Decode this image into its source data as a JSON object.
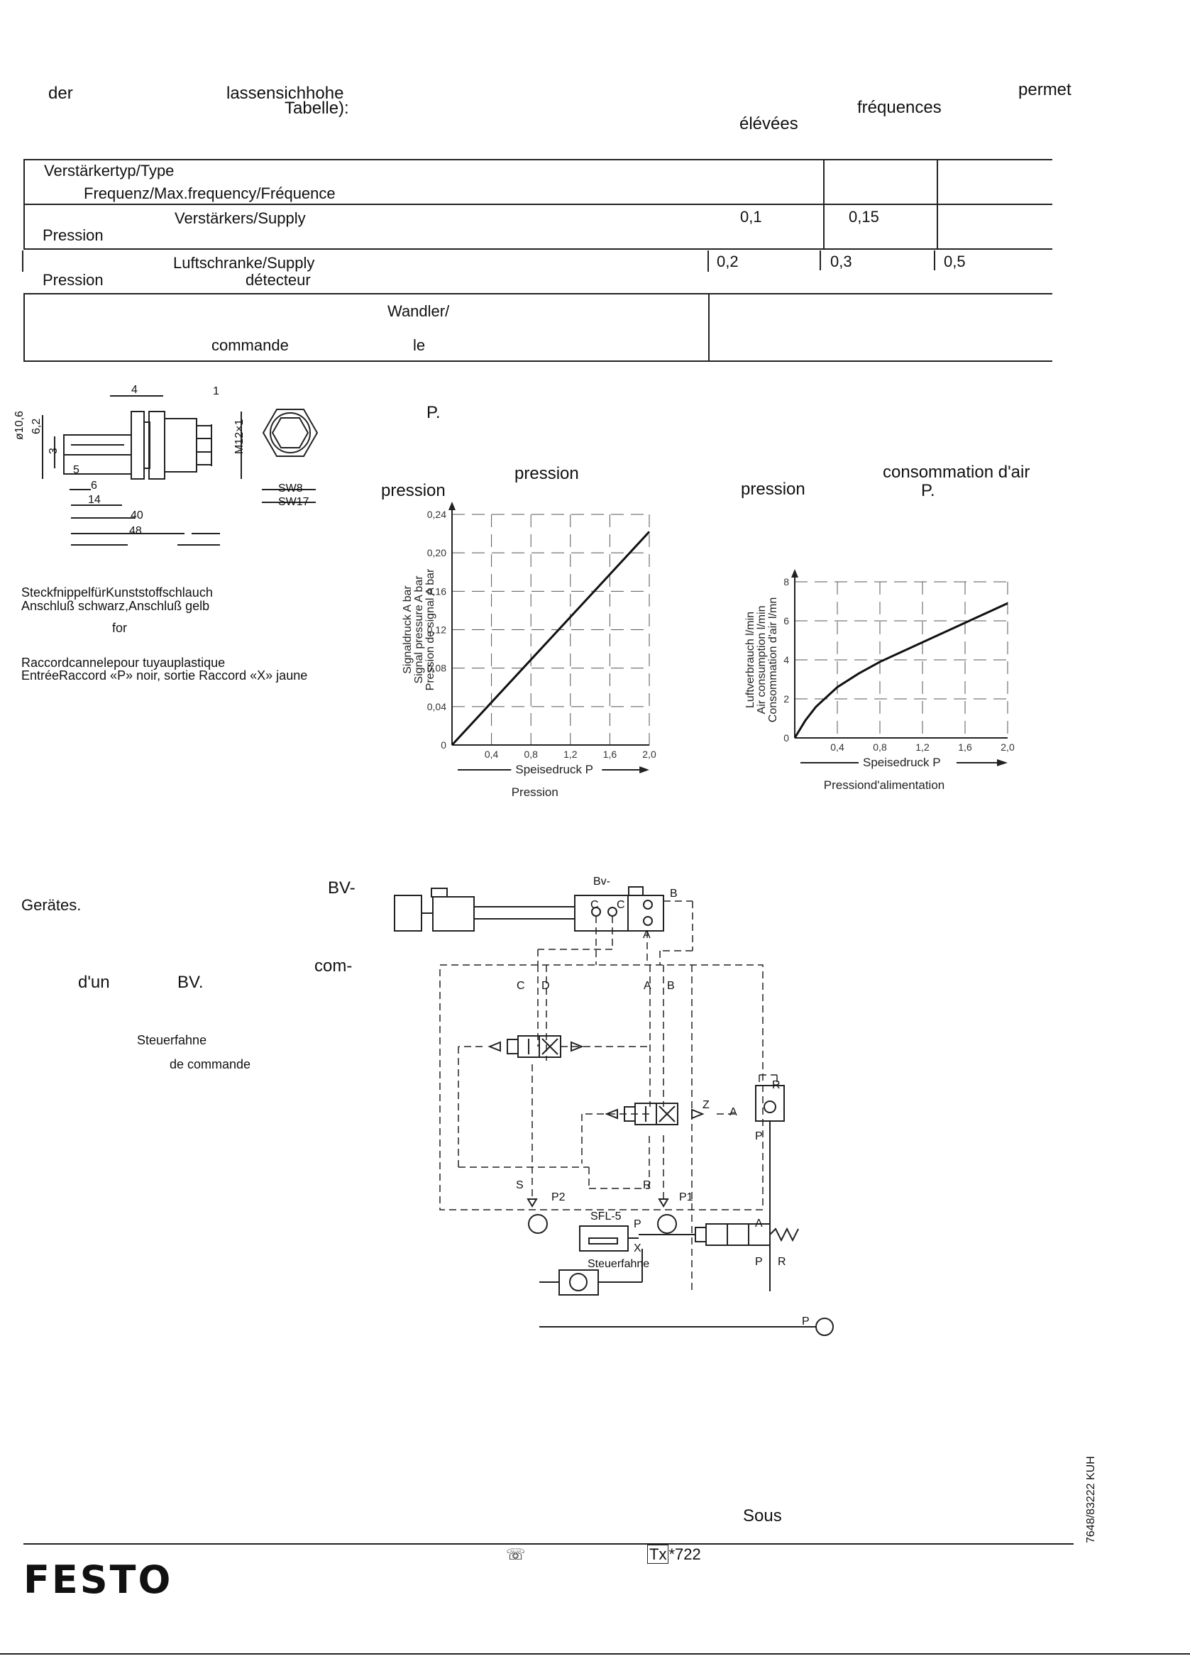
{
  "intro": {
    "w_der": "der",
    "w_lassen": "lassensichhohe",
    "w_tabelle": "Tabelle):",
    "w_elevees": "élévées",
    "w_frequences": "fréquences",
    "w_permet": "permet"
  },
  "table": {
    "r1_label1": "Verstärkertyp/Type",
    "r1_label2": "Frequenz/Max.frequency/Fréquence",
    "r2_label1": "Verstärkers/Supply",
    "r2_label2": "Pression",
    "r2_v1": "0,1",
    "r2_v2": "0,15",
    "r3_label1": "Luftschranke/Supply",
    "r3_label2": "Pression",
    "r3_label3": "détecteur",
    "r3_v1": "0,2",
    "r3_v2": "0,3",
    "r3_v3": "0,5",
    "r4_label1": "Wandler/",
    "r4_label2": "commande",
    "r4_label3": "le"
  },
  "dims": {
    "d4": "4",
    "d1": "1",
    "d106": "ø10,6",
    "d62": "6,2",
    "d3": "3",
    "d5": "5",
    "d6": "6",
    "d14": "14",
    "d40": "40",
    "d48": "48",
    "m12": "M12×1",
    "sw8": "SW8",
    "sw17": "SW17"
  },
  "fitting": {
    "l1": "SteckfnippelfürKunststoffschlauch",
    "l2": "Anschluß  schwarz,Anschluß  gelb",
    "l3": "for",
    "l4": "Raccordcannelepour tuyauplastique",
    "l5": "EntréeRaccord «P» noir, sortie Raccord «X» jaune"
  },
  "graph_heads": {
    "p": "P.",
    "pression_a": "pression",
    "pression_b": "pression",
    "pression_c": "pression",
    "consommation": "consommation d'air",
    "p2": "P."
  },
  "chart_data": [
    {
      "type": "line",
      "title": "",
      "xlabel": "Speisedruck P",
      "xlabel_sub": "Pression",
      "ylabel": [
        "Signaldruck A bar",
        "Signal pressure A bar",
        "Pression de signal A bar"
      ],
      "x_ticks": [
        "0,4",
        "0,8",
        "1,2",
        "1,6",
        "2,0"
      ],
      "y_ticks": [
        "0",
        "0,04",
        "0,08",
        "0,12",
        "0,16",
        "0,20",
        "0,24"
      ],
      "xlim": [
        0,
        2.0
      ],
      "ylim": [
        0,
        0.24
      ],
      "grid": true,
      "series": [
        {
          "x": [
            0,
            2.0
          ],
          "y": [
            0,
            0.222
          ]
        }
      ]
    },
    {
      "type": "line",
      "title": "",
      "xlabel": "Speisedruck P",
      "xlabel_sub": "Pressiond'alimentation",
      "ylabel": [
        "Luftverbrauch l/min",
        "Air consumption l/min",
        "Consommation d'air l/mn"
      ],
      "x_ticks": [
        "0,4",
        "0,8",
        "1,2",
        "1,6",
        "2,0"
      ],
      "y_ticks": [
        "0",
        "2",
        "4",
        "6",
        "8"
      ],
      "xlim": [
        0,
        2.0
      ],
      "ylim": [
        0,
        8
      ],
      "grid": true,
      "series": [
        {
          "x": [
            0,
            0.1,
            0.2,
            0.4,
            0.6,
            0.8,
            1.0,
            1.2,
            1.4,
            1.6,
            1.8,
            2.0
          ],
          "y": [
            0,
            0.9,
            1.6,
            2.6,
            3.3,
            3.9,
            4.4,
            4.9,
            5.4,
            5.9,
            6.4,
            6.9
          ]
        }
      ]
    }
  ],
  "section2": {
    "w_bv": "BV-",
    "w_gerates": "Gerätes.",
    "w_com": "com-",
    "w_dun": "d'un",
    "w_bv2": "BV.",
    "steuerfahne": "Steuerfahne",
    "decommande": "de commande"
  },
  "schematic": {
    "bv": "Bv-",
    "b": "B",
    "a": "A",
    "c": "C",
    "cc": "C",
    "c2": "C",
    "d": "D",
    "a2": "A",
    "b2": "B",
    "z": "Z",
    "a3": "A",
    "r": "R",
    "p": "P",
    "s": "S",
    "p2": "P2",
    "r2": "R",
    "p1": "P1",
    "sfl": "SFL-5",
    "sp": "P",
    "sx": "X",
    "steuer": "Steuerfahne",
    "a4": "A",
    "p3": "P",
    "r3": "R",
    "p4": "P"
  },
  "footer": {
    "sous": "Sous",
    "side": "7648/83222 KUH",
    "logo": "FESTO",
    "phone": "☏",
    "telex": "Tx",
    "telex_no": "*722"
  }
}
